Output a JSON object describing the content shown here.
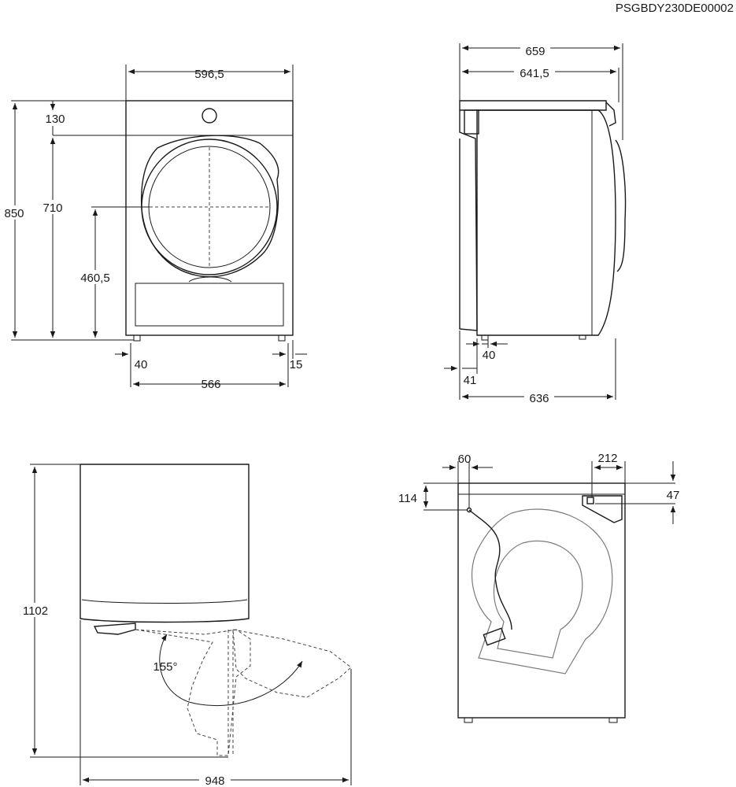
{
  "document_code": "PSGBDY230DE00002",
  "front_view": {
    "width": "596,5",
    "top_panel": "130",
    "door_top": "710",
    "height": "850",
    "door_center": "460,5",
    "foot_left": "40",
    "foot_right": "15",
    "foot_span": "566"
  },
  "side_view": {
    "depth_total": "659",
    "depth_door": "641,5",
    "foot_offset": "40",
    "back_offset": "41",
    "depth_body": "636"
  },
  "door_swing_view": {
    "height": "1102",
    "angle": "155°",
    "depth_open": "948"
  },
  "rear_view": {
    "cable_offset": "60",
    "cable_height": "114",
    "inlet_offset": "212",
    "inlet_height": "47"
  }
}
